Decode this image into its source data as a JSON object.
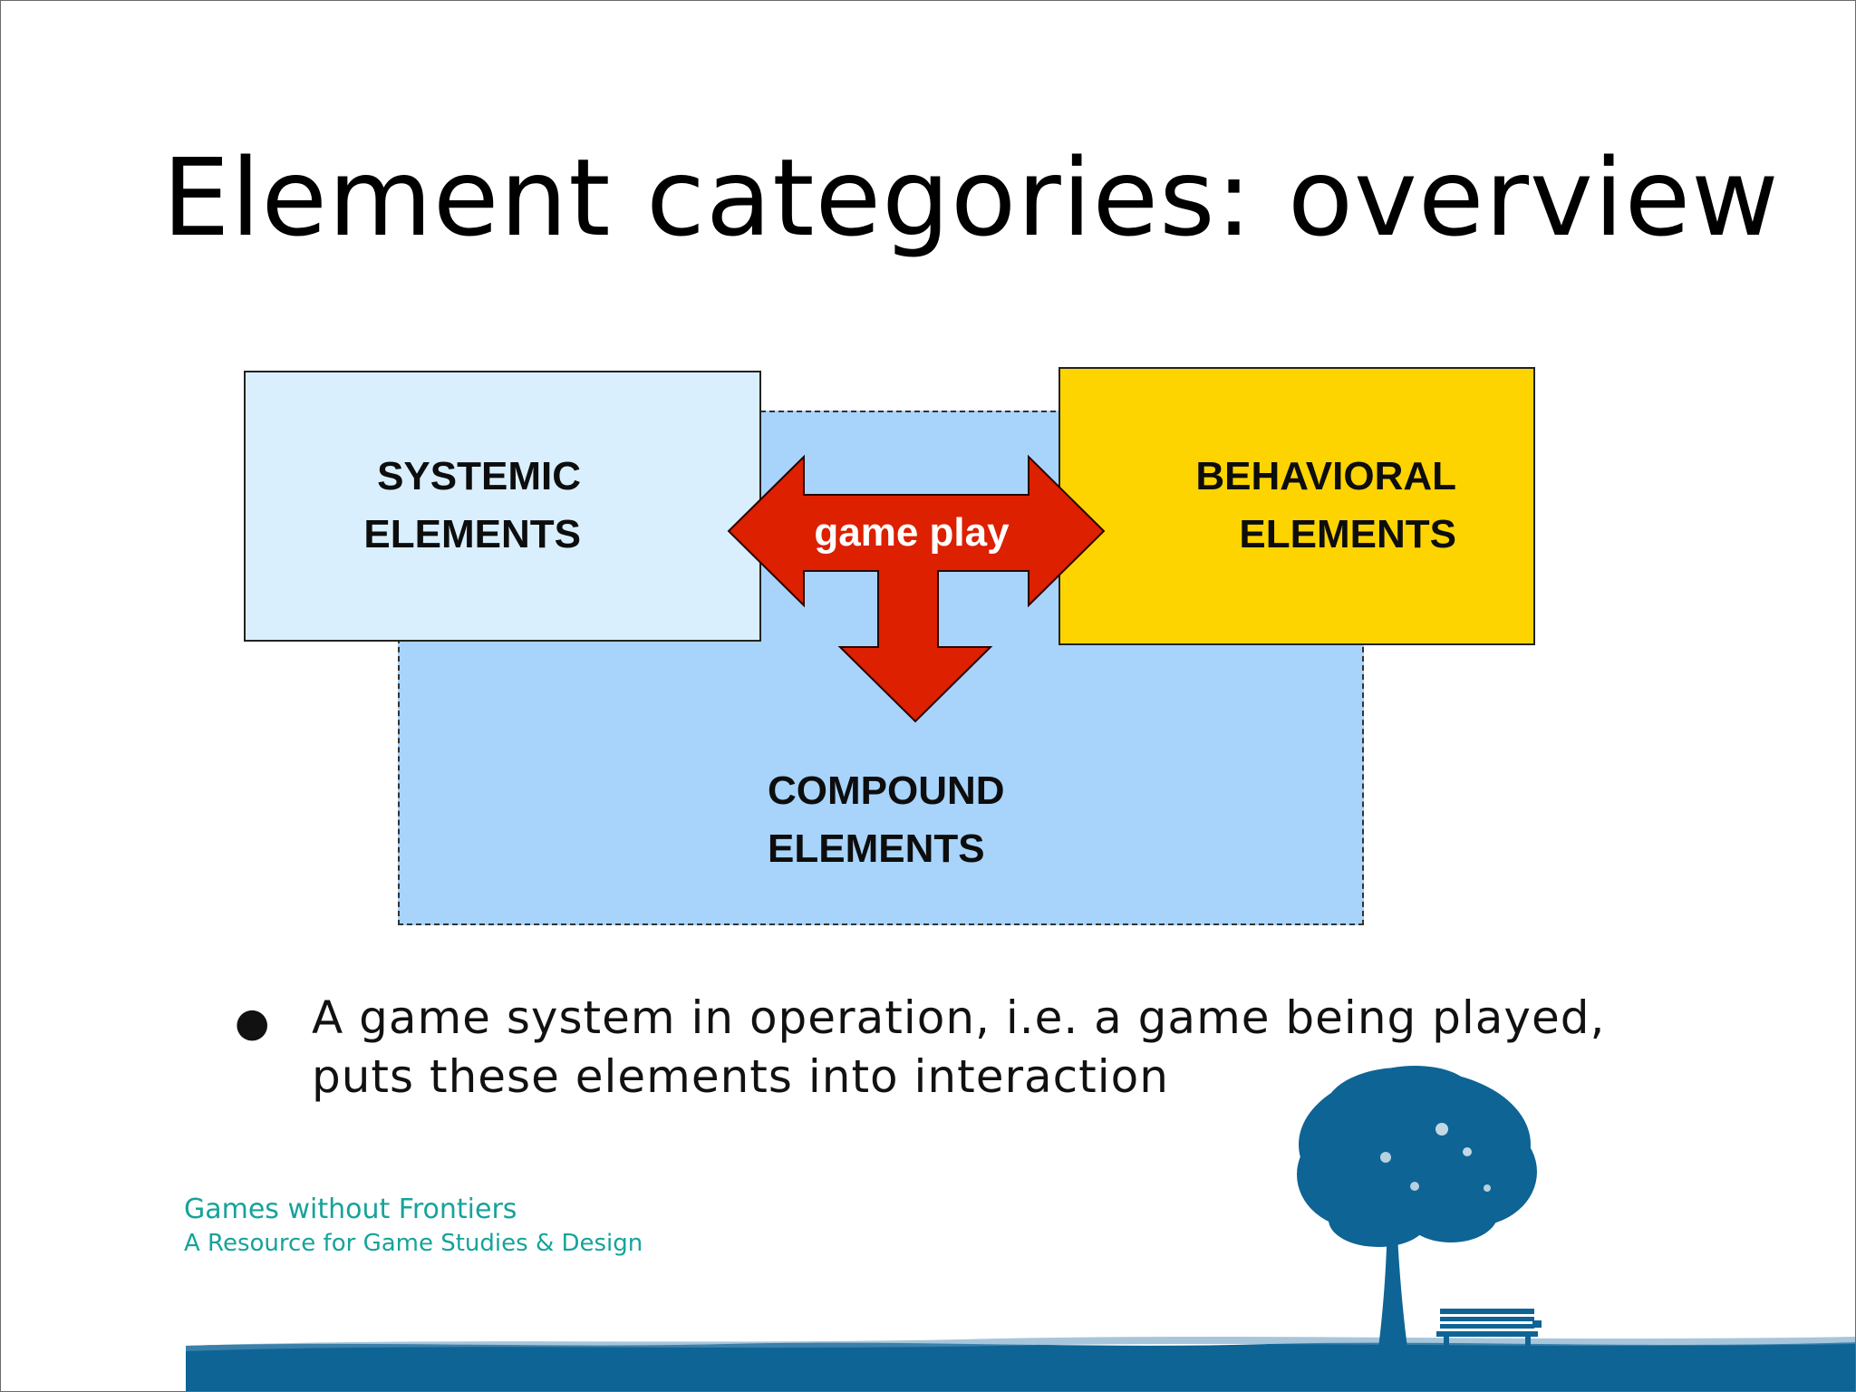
{
  "slide": {
    "title": "Element categories: overview"
  },
  "diagram": {
    "systemic_label_line1": "SYSTEMIC",
    "systemic_label_line2": "ELEMENTS",
    "behavioral_label_line1": "BEHAVIORAL",
    "behavioral_label_line2": "ELEMENTS",
    "compound_label_line1": "COMPOUND",
    "compound_label_line2": "ELEMENTS",
    "arrow_label": "game play",
    "colors": {
      "systemic_fill": "#d9effd",
      "compound_fill": "#a8d4fb",
      "behavioral_fill": "#fed400",
      "arrow_fill": "#dc2000"
    }
  },
  "bullets": [
    {
      "line1": "A game system in operation, i.e. a game being played,",
      "line2": "puts these elements into interaction"
    }
  ],
  "footer": {
    "line1": "Games without Frontiers",
    "line2": "A Resource for Game Studies & Design",
    "color": "#16a39a"
  },
  "decoration": {
    "scenery_color": "#0e6494",
    "icons": [
      "tree-icon",
      "bench-icon"
    ]
  }
}
